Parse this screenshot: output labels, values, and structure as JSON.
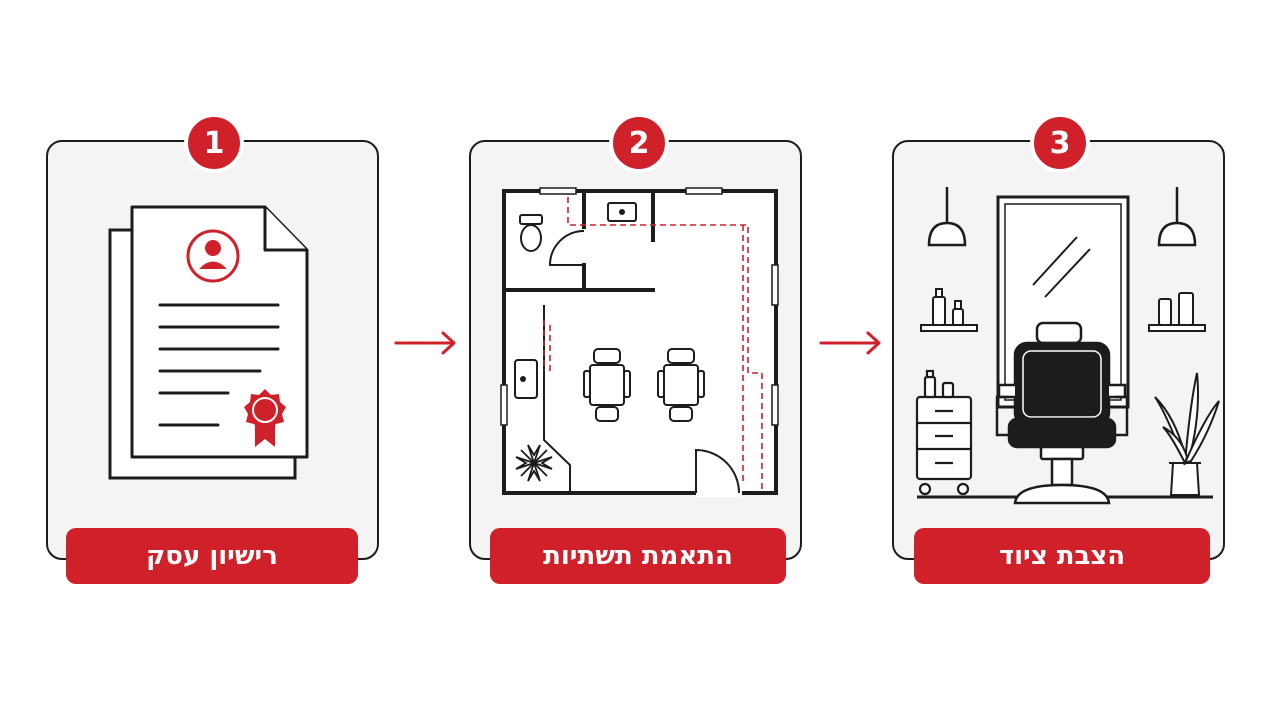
{
  "colors": {
    "accent": "#d0202a",
    "line": "#1c1c1c",
    "card_bg": "#f4f4f4"
  },
  "steps": [
    {
      "number": "1",
      "title": "רישיון עסק",
      "icon": "business-license-document-icon"
    },
    {
      "number": "2",
      "title": "התאמת תשתיות",
      "icon": "floor-plan-icon"
    },
    {
      "number": "3",
      "title": "הצבת ציוד",
      "icon": "barber-chair-equipment-icon"
    }
  ],
  "connectors": [
    "arrow-right-icon",
    "arrow-right-icon"
  ]
}
